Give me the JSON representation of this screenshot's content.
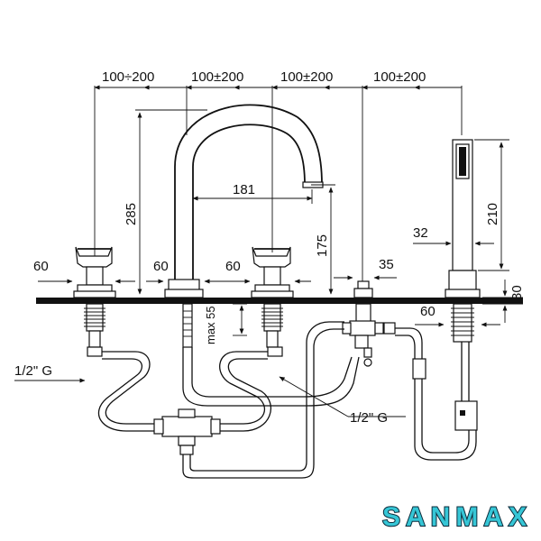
{
  "dimensions": {
    "spacing_1": "100÷200",
    "spacing_2": "100±200",
    "spacing_3": "100±200",
    "spacing_4": "100±200",
    "spout_height": "285",
    "spout_reach": "181",
    "spout_outlet_height": "175",
    "shower_height": "210",
    "shower_offset": "32",
    "handle_left_60": "60",
    "spout_base_60": "60",
    "handle_right_60": "60",
    "diverter_35": "35",
    "deck_30": "30",
    "shower_base_60": "60",
    "max_55": "max 55",
    "inlet_left": "1/2\" G",
    "inlet_right": "1/2\" G"
  },
  "brand": {
    "name": "SANMAX",
    "color": "#36c6d6"
  }
}
